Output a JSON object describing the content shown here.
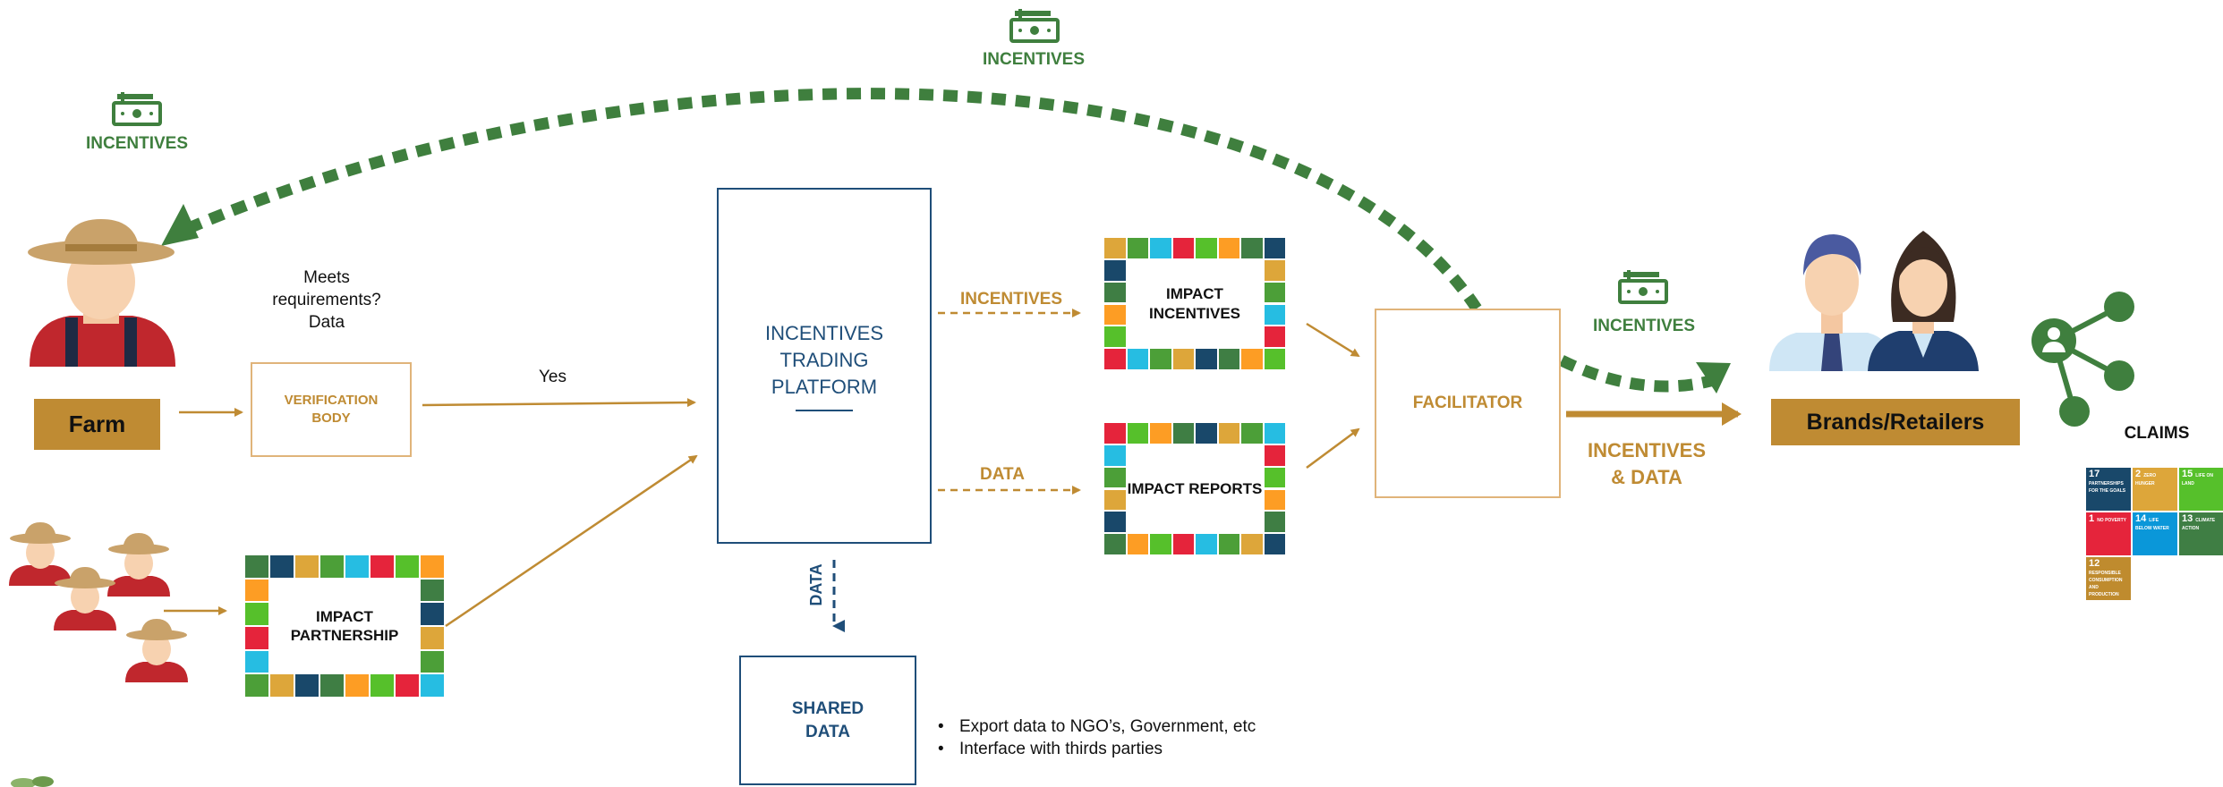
{
  "incentives_top": "INCENTIVES",
  "incentives_left": "INCENTIVES",
  "incentives_right": "INCENTIVES",
  "farm": "Farm",
  "verification": {
    "line1": "VERIFICATION",
    "line2": "BODY"
  },
  "question": {
    "line1": "Meets",
    "line2": "requirements?",
    "line3": "Data"
  },
  "yes_label": "Yes",
  "platform": {
    "line1": "INCENTIVES",
    "line2": "TRADING",
    "line3": "PLATFORM"
  },
  "incentives_arrow_label": "INCENTIVES",
  "data_arrow_label": "DATA",
  "impact_incentives": {
    "line1": "IMPACT",
    "line2": "INCENTIVES"
  },
  "impact_reports": "IMPACT REPORTS",
  "impact_partnership": {
    "line1": "IMPACT",
    "line2": "PARTNERSHIP"
  },
  "facilitator": "FACILITATOR",
  "incentives_data": {
    "line1": "INCENTIVES",
    "line2": "& DATA"
  },
  "brands": "Brands/Retailers",
  "claims": "CLAIMS",
  "data_vertical": "DATA",
  "shared_data": {
    "line1": "SHARED",
    "line2": "DATA"
  },
  "bullets": [
    "Export data to NGO’s, Government, etc",
    "Interface with thirds parties"
  ],
  "sdg_tiles": [
    {
      "num": "17",
      "text": "PARTNERSHIPS FOR THE GOALS",
      "color": "#19486a"
    },
    {
      "num": "2",
      "text": "ZERO HUNGER",
      "color": "#dda63a"
    },
    {
      "num": "15",
      "text": "LIFE ON LAND",
      "color": "#56c02b"
    },
    {
      "num": "1",
      "text": "NO POVERTY",
      "color": "#e5243b"
    },
    {
      "num": "14",
      "text": "LIFE BELOW WATER",
      "color": "#0a97d9"
    },
    {
      "num": "13",
      "text": "CLIMATE ACTION",
      "color": "#3f7e44"
    },
    {
      "num": "12",
      "text": "RESPONSIBLE CONSUMPTION AND PRODUCTION",
      "color": "#bf8b2e"
    }
  ],
  "colors": {
    "gold": "#bf8b33",
    "green": "#3f7f3e",
    "navy": "#1f4e79",
    "sdg_palette": [
      "#dda63a",
      "#4c9f38",
      "#26bde2",
      "#e5243b",
      "#56c02b",
      "#fd9d24",
      "#3f7e44",
      "#19486a"
    ]
  }
}
